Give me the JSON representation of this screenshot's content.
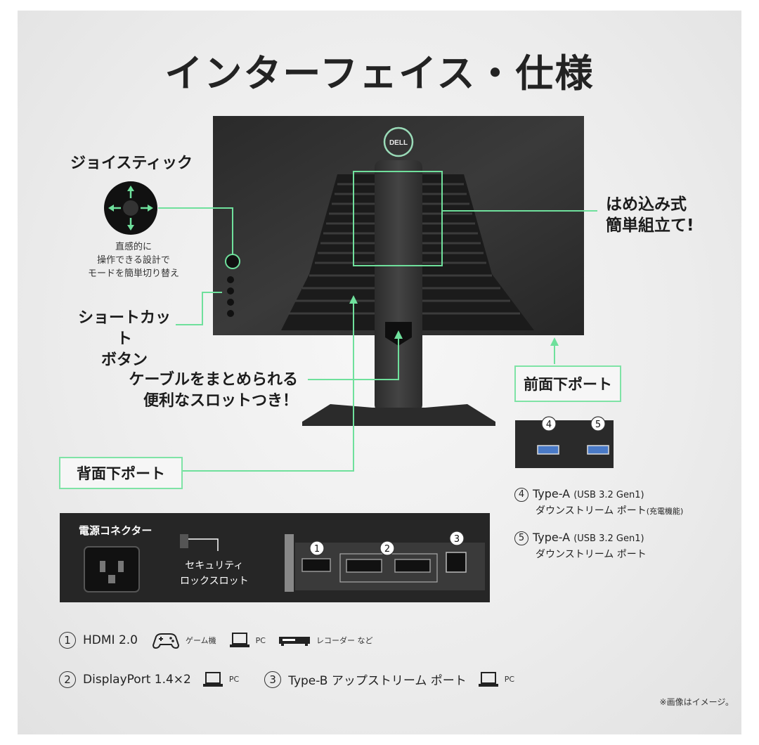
{
  "title": "インターフェイス・仕様",
  "brand_logo": "DELL",
  "joystick": {
    "heading": "ジョイスティック",
    "desc_lines": [
      "直感的に",
      "操作できる設計で",
      "モードを簡単切り替え"
    ]
  },
  "shortcut": {
    "lines": [
      "ショートカット",
      "ボタン"
    ]
  },
  "snap_in": {
    "lines": [
      "はめ込み式",
      "簡単組立て!"
    ]
  },
  "cable_slot": {
    "lines": [
      "ケーブルをまとめられる",
      "便利なスロットつき！"
    ]
  },
  "rear_ports_label": "背面下ポート",
  "front_ports_label": "前面下ポート",
  "front_ports": {
    "port4": {
      "num": "4",
      "type": "Type-A",
      "std": "(USB 3.2 Gen1)",
      "desc": "ダウンストリーム ポート",
      "extra": "(充電機能)"
    },
    "port5": {
      "num": "5",
      "type": "Type-A",
      "std": "(USB 3.2 Gen1)",
      "desc": "ダウンストリーム ポート"
    }
  },
  "rear_panel": {
    "power": "電源コネクター",
    "security": [
      "セキュリティ",
      "ロックスロット"
    ],
    "port_nums": [
      "1",
      "2",
      "3"
    ]
  },
  "legend": {
    "row1": {
      "num": "1",
      "name": "HDMI 2.0",
      "items": [
        {
          "icon": "gamepad-icon",
          "label": "ゲーム機"
        },
        {
          "icon": "laptop-icon",
          "label": "PC"
        },
        {
          "icon": "recorder-icon",
          "label": "レコーダー など"
        }
      ]
    },
    "row2a": {
      "num": "2",
      "name": "DisplayPort 1.4×2",
      "icon": "laptop-icon",
      "label": "PC"
    },
    "row2b": {
      "num": "3",
      "name": "Type-B アップストリーム ポート",
      "icon": "laptop-icon",
      "label": "PC"
    }
  },
  "note": "※画像はイメージ。",
  "colors": {
    "accent_green": "#6fe09c",
    "dark_gray": "#2a2a2a"
  }
}
